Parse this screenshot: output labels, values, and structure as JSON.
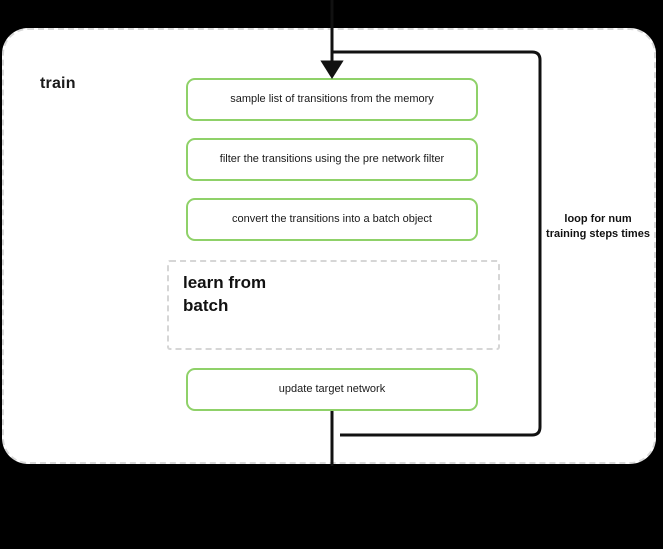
{
  "diagram": {
    "type": "flowchart",
    "title": "train",
    "background_color": "#000000",
    "canvas_color": "#ffffff",
    "accent_color": "#8fd169",
    "border_color": "#d9d9d9",
    "line_color": "#111111"
  },
  "container": {
    "label": "train",
    "border_style": "dashed"
  },
  "steps": [
    {
      "id": "sample",
      "label": "sample list of transitions from the memory"
    },
    {
      "id": "filter",
      "label": "filter the transitions using the pre network filter"
    },
    {
      "id": "convert",
      "label": "convert the transitions into a batch object"
    },
    {
      "id": "update",
      "label": "update target network"
    }
  ],
  "sub_block": {
    "label": "learn from batch",
    "border_style": "dashed"
  },
  "loop": {
    "label": "loop for num training steps times"
  },
  "icons": {
    "arrow_down": "arrow-down-icon"
  }
}
